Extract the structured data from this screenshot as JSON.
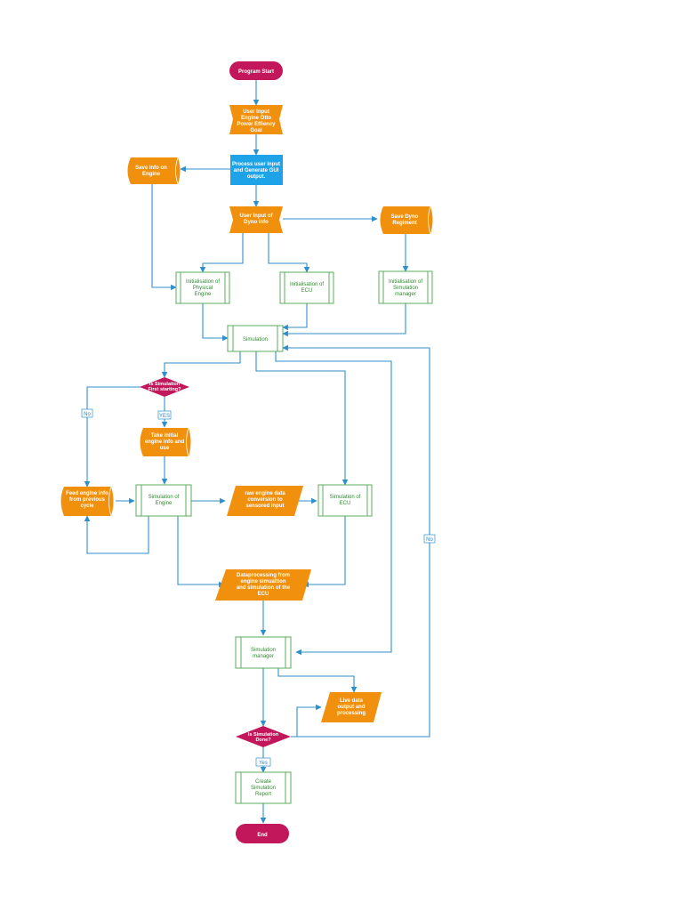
{
  "colors": {
    "terminal": "#c2185b",
    "io": "#f0900c",
    "process_blue": "#1fa3e8",
    "subprocess_border": "#5cae5c",
    "subprocess_text": "#2e8b2e",
    "decision": "#c2185b",
    "edge": "#2f8fcb"
  },
  "nodes": {
    "program_start": "Program Start",
    "user_input_1": [
      "User Input",
      "Engine Otto",
      "Power Effiency",
      "Goal"
    ],
    "process_user_input": [
      "Process user input",
      "and Generate GUI",
      "output."
    ],
    "save_engine": [
      "Save info on",
      "Engine"
    ],
    "user_input_dyno": [
      "User Input of",
      "Dyno info"
    ],
    "save_dyno": [
      "Save Dyno",
      "Regiment"
    ],
    "init_physical": [
      "Initialisation of",
      "Physical",
      "Engine"
    ],
    "init_ecu": [
      "Initialisation of",
      "ECU"
    ],
    "init_sim_manager": [
      "Initialisation of",
      "Simulation",
      "manager"
    ],
    "simulation": "Simulation",
    "decision_first": [
      "Is Simulation",
      "First starting?"
    ],
    "take_initial": [
      "Take initial",
      "engine info and",
      "use"
    ],
    "feed_engine": [
      "Feed engine info",
      "from previous",
      "cycle"
    ],
    "sim_engine": [
      "Simulation of",
      "Engine"
    ],
    "raw_engine_data": [
      "raw engine data",
      "conversion to",
      "sensored input"
    ],
    "sim_ecu": [
      "Simulation of",
      "ECU"
    ],
    "dataprocessing": [
      "Dataprocessing from",
      "engine simualtion",
      "and simulation of the",
      "ECU"
    ],
    "sim_manager": [
      "Simulation",
      "manager"
    ],
    "live_data": [
      "Live data",
      "output and",
      "processing"
    ],
    "decision_done": [
      "Is Simulation",
      "Done?"
    ],
    "create_report": [
      "Create",
      "Simulation",
      "Report"
    ],
    "end": "End"
  },
  "edge_labels": {
    "no_left": "No",
    "yes_first": "YES",
    "no_right": "No",
    "yes_done": "Yes"
  }
}
